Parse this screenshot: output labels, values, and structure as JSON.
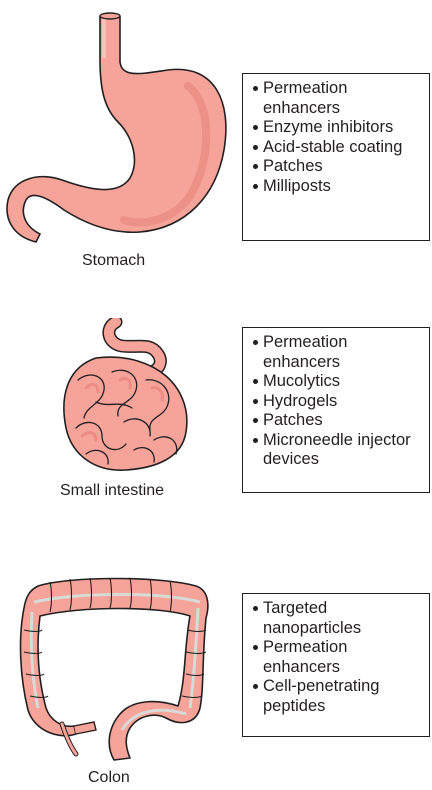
{
  "panels": [
    {
      "organ": "Stomach",
      "items": [
        "Permeation enhancers",
        "Enzyme inhibitors",
        "Acid-stable coating",
        "Patches",
        "Milliposts"
      ]
    },
    {
      "organ": "Small intestine",
      "items": [
        "Permeation enhancers",
        "Mucolytics",
        "Hydrogels",
        "Patches",
        "Microneedle injector devices"
      ]
    },
    {
      "organ": "Colon",
      "items": [
        "Targeted nanoparticles",
        "Permeation enhancers",
        "Cell-penetrating peptides"
      ]
    }
  ],
  "colors": {
    "organ_fill": "#f6a39a",
    "organ_shadow": "#e8837a",
    "organ_outline": "#231f20",
    "colon_band": "#d9d9d6"
  }
}
